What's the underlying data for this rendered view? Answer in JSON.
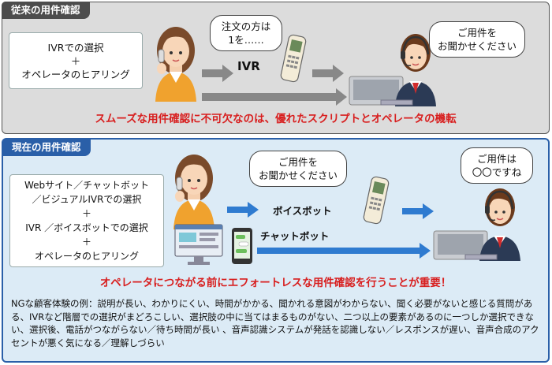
{
  "legacy": {
    "tab": "従来の用件確認",
    "method": {
      "line1": "IVRでの選択",
      "plus": "＋",
      "line2": "オペレータのヒアリング"
    },
    "caller_bubble": {
      "line1": "注文の方は",
      "line2": "1を……"
    },
    "ivr_label": "IVR",
    "operator_bubble": {
      "line1": "ご用件を",
      "line2": "お聞かせください"
    },
    "headline": "スムーズな用件確認に不可欠なのは、優れたスクリプトとオペレータの機転"
  },
  "current": {
    "tab": "現在の用件確認",
    "method": {
      "line1": "Webサイト／チャットボット",
      "line2": "／ビジュアルIVRでの選択",
      "plus1": "＋",
      "line3": "IVR ／ボイスボットでの選択",
      "plus2": "＋",
      "line4": "オペレータのヒアリング"
    },
    "voicebot_bubble": {
      "line1": "ご用件を",
      "line2": "お聞かせください"
    },
    "voicebot_label": "ボイスボット",
    "chatbot_label": "チャットボット",
    "operator_bubble": {
      "line1": "ご用件は",
      "line2": "〇〇ですね"
    },
    "headline": "オペレータにつながる前にエフォートレスな用件確認を行うことが重要！",
    "ng_note": "NGな顧客体験の例：説明が長い、わかりにくい、時間がかかる、聞かれる意図がわからない、聞く必要がないと感じる質問がある、IVRなど階層での選択がまどろこしい、選択肢の中に当てはまるものがない、二つ以上の要素があるのに一つしか選択できない、選択後、電話がつながらない／待ち時間が長い 、音声認識システムが発話を認識しない／レスポンスが遅い、音声合成のアクセントが悪く気になる／理解しづらい"
  },
  "colors": {
    "gray_tab": "#4d4d4d",
    "blue_tab": "#2a5fa8",
    "arrow_gray": "#888888",
    "arrow_blue": "#2f7bd0",
    "headline_red": "#d81e1e"
  }
}
